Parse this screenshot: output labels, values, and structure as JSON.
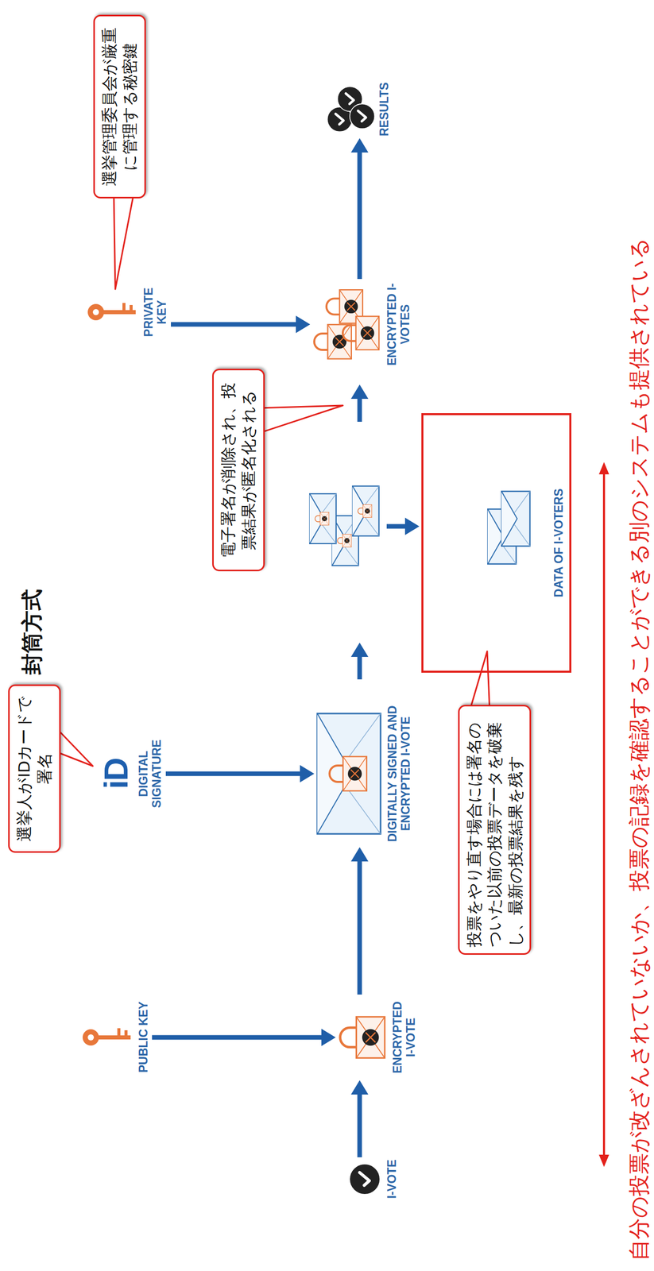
{
  "diagram": {
    "title": "封筒方式",
    "nodes": [
      {
        "text": [
          "PUBLIC KEY"
        ]
      },
      {
        "text": [
          "選挙人がIDカードで署名"
        ]
      },
      {
        "text": [
          "iD",
          "DIGITAL SIGNATURE"
        ]
      },
      {
        "text": [
          "PRIVATE KEY"
        ]
      },
      {
        "text": [
          "選挙管理委員会が厳重に管理する秘密鍵"
        ]
      },
      {
        "text": [
          "電子署名が削除され、投票結果が匿名化される"
        ]
      },
      {
        "text": [
          "I-VOTE"
        ]
      },
      {
        "text": [
          "ENCRYPTED I-VOTE"
        ]
      },
      {
        "text": [
          "DIGITALLY SIGNED AND ENCRYPTED I-VOTE"
        ]
      },
      {
        "text": [
          "ENCRYPTED I-VOTES"
        ]
      },
      {
        "text": [
          "RESULTS"
        ]
      },
      {
        "text": [
          "投票をやり直す場合には署名のついた以前の投票データを破棄し、最新の投票結果を残す"
        ]
      },
      {
        "text": [
          "DATA OF I-VOTERS"
        ]
      }
    ],
    "edges": [
      {
        "from": 6,
        "to": 7,
        "arrow": "to"
      },
      {
        "from": 7,
        "to": 8,
        "arrow": "to"
      },
      {
        "from": 9,
        "to": 10,
        "arrow": "to"
      },
      {
        "from": 0,
        "to": 7,
        "arrow": "to"
      },
      {
        "from": 2,
        "to": 8,
        "arrow": "to"
      },
      {
        "from": 3,
        "to": 9,
        "arrow": "to"
      }
    ],
    "labels": [
      "自分の投票が改ざんされていないか、投票の記録を確認することができる別のシステムも提供されている"
    ]
  }
}
